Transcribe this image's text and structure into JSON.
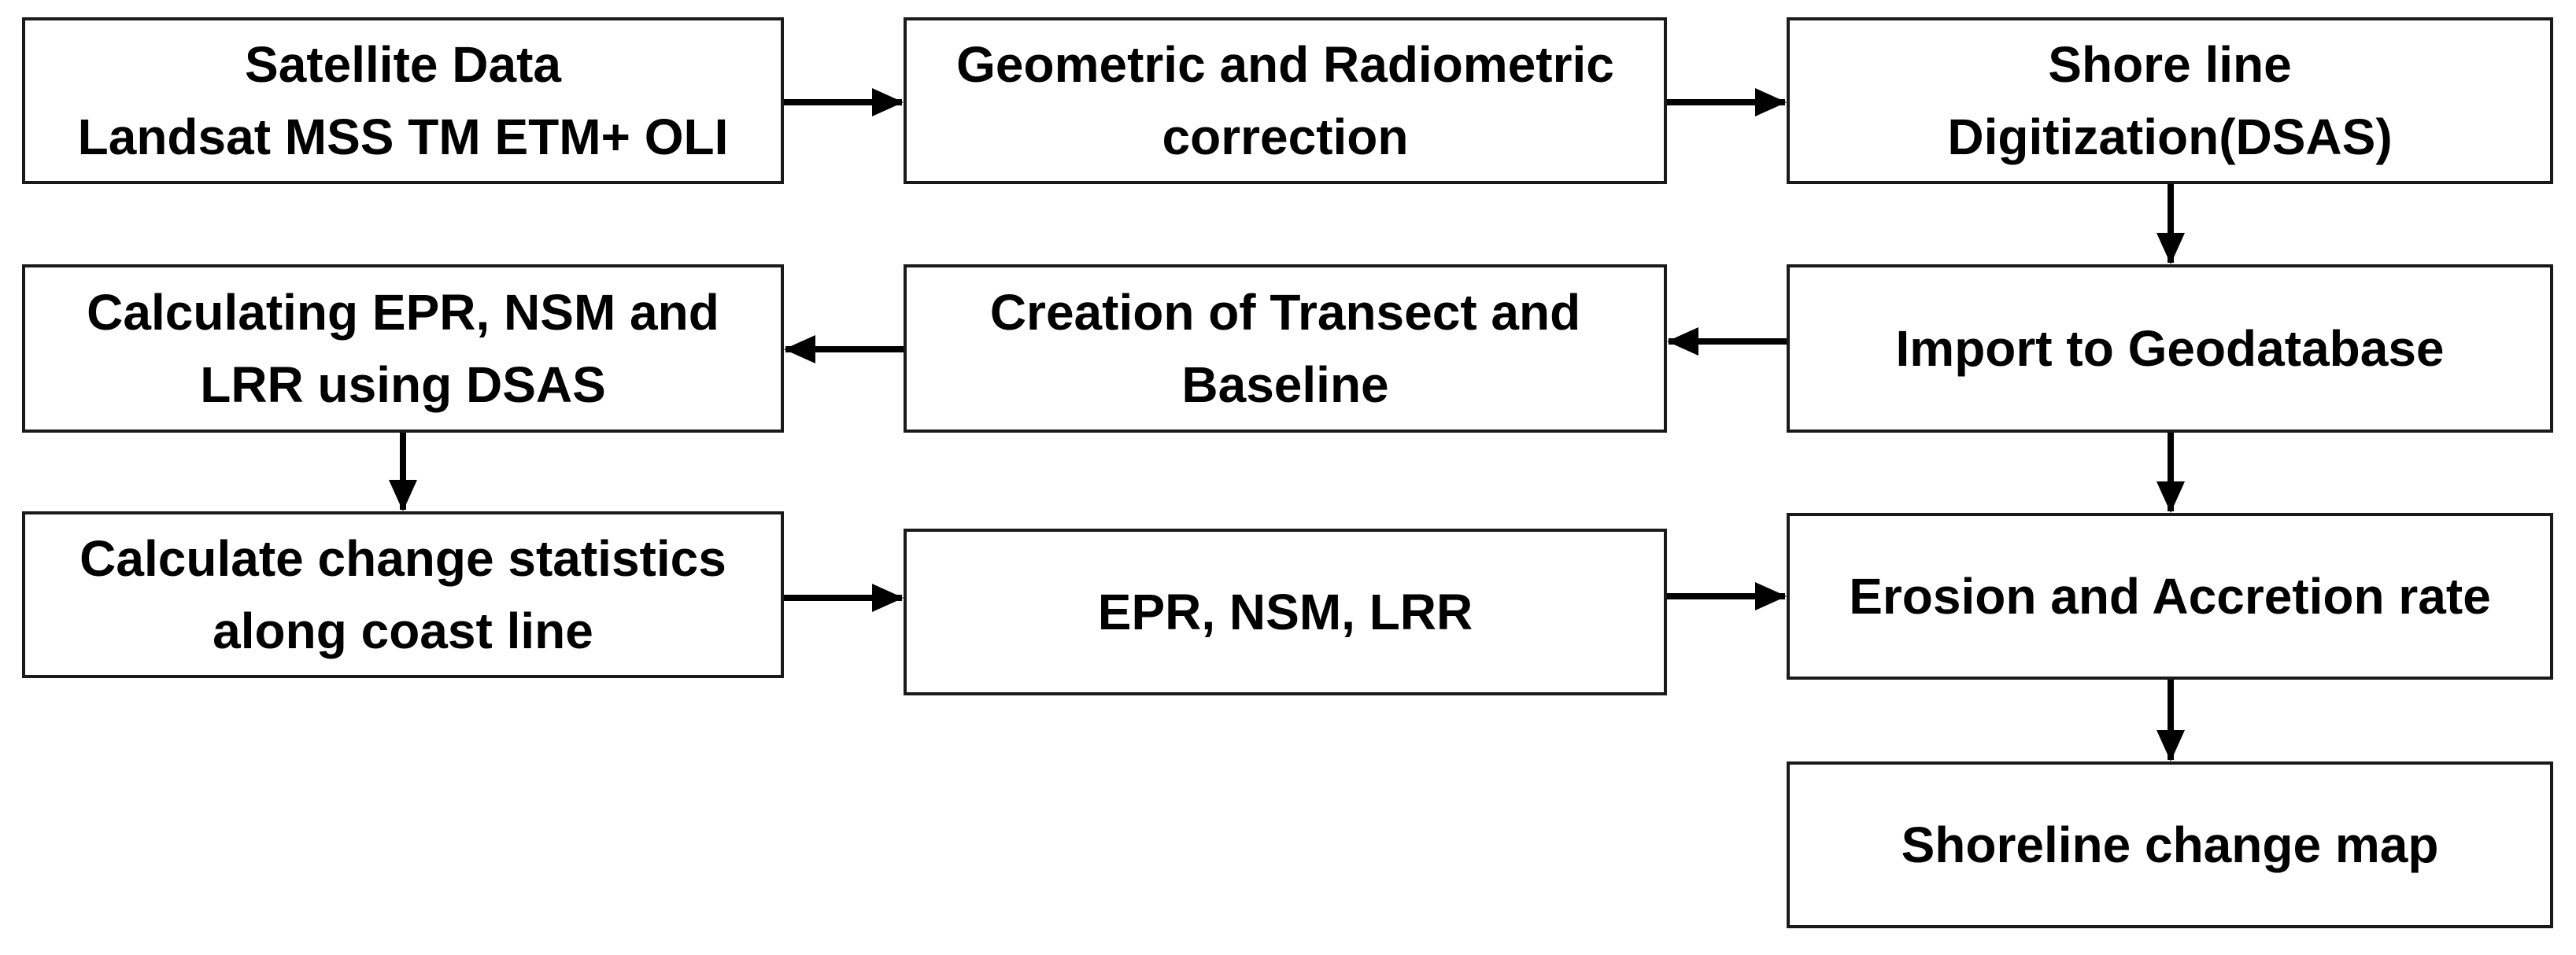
{
  "flowchart": {
    "satellite_data": "Satellite Data\nLandsat MSS TM ETM+ OLI",
    "correction": "Geometric and Radiometric\ncorrection",
    "digitization": "Shore line\nDigitization(DSAS)",
    "import_geodatabase": "Import to Geodatabase",
    "transect_baseline": "Creation of Transect and\nBaseline",
    "calculating_dsas": "Calculating EPR, NSM and\nLRR using DSAS",
    "change_statistics": "Calculate change statistics\nalong coast line",
    "epr_nsm_lrr": "EPR, NSM, LRR",
    "erosion_accretion": "Erosion and Accretion rate",
    "shoreline_map": "Shoreline change map"
  },
  "colors": {
    "border": "#1a1a1a",
    "text": "#000000",
    "arrow": "#000000",
    "background": "#ffffff"
  }
}
